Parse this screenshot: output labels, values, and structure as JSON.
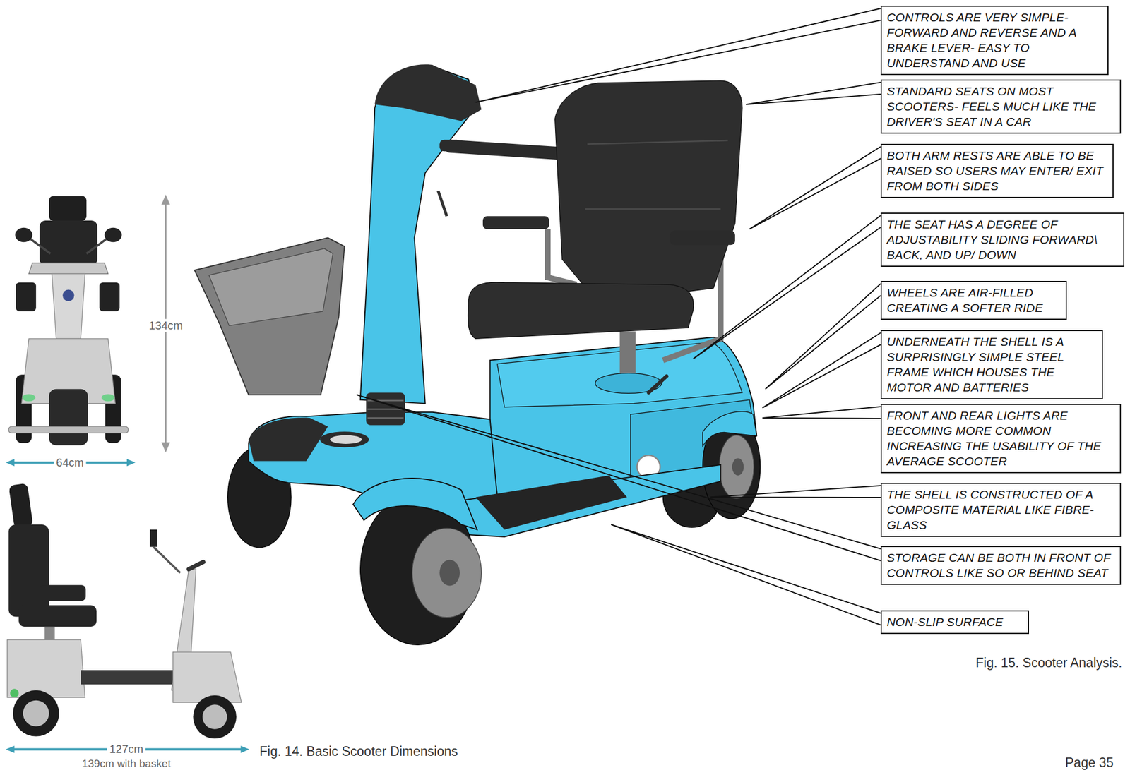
{
  "diagram": {
    "nodes": [
      {
        "text": [
          "CONTROLS ARE VERY SIMPLE- FORWARD AND REVERSE AND A BRAKE LEVER- EASY TO UNDERSTAND AND USE"
        ]
      },
      {
        "text": [
          "STANDARD SEATS ON MOST SCOOTERS- FEELS MUCH LIKE THE DRIVER'S SEAT IN A CAR"
        ]
      },
      {
        "text": [
          "BOTH ARM RESTS ARE ABLE TO BE RAISED SO USERS MAY ENTER/ EXIT FROM BOTH SIDES"
        ]
      },
      {
        "text": [
          "THE SEAT HAS A DEGREE OF ADJUSTABILITY SLIDING FORWARD\\ BACK, AND UP/ DOWN"
        ]
      },
      {
        "text": [
          "WHEELS ARE AIR-FILLED CREATING A SOFTER RIDE"
        ]
      },
      {
        "text": [
          "UNDERNEATH THE SHELL IS A SURPRISINGLY SIMPLE STEEL FRAME WHICH HOUSES THE MOTOR AND BATTERIES"
        ]
      },
      {
        "text": [
          "FRONT AND REAR LIGHTS ARE BECOMING MORE COMMON INCREASING THE USABILITY OF THE AVERAGE SCOOTER"
        ]
      },
      {
        "text": [
          "THE SHELL IS CONSTRUCTED OF A COMPOSITE MATERIAL LIKE FIBRE-GLASS"
        ]
      },
      {
        "text": [
          "STORAGE CAN BE BOTH IN FRONT OF CONTROLS LIKE SO OR BEHIND SEAT"
        ]
      },
      {
        "text": [
          "NON-SLIP SURFACE"
        ]
      }
    ],
    "labels": [
      "134cm",
      "64cm",
      "127cm",
      "139cm with basket",
      "Fig. 14. Basic Scooter Dimensions",
      "Fig. 15. Scooter Analysis.",
      "Page 35"
    ]
  }
}
